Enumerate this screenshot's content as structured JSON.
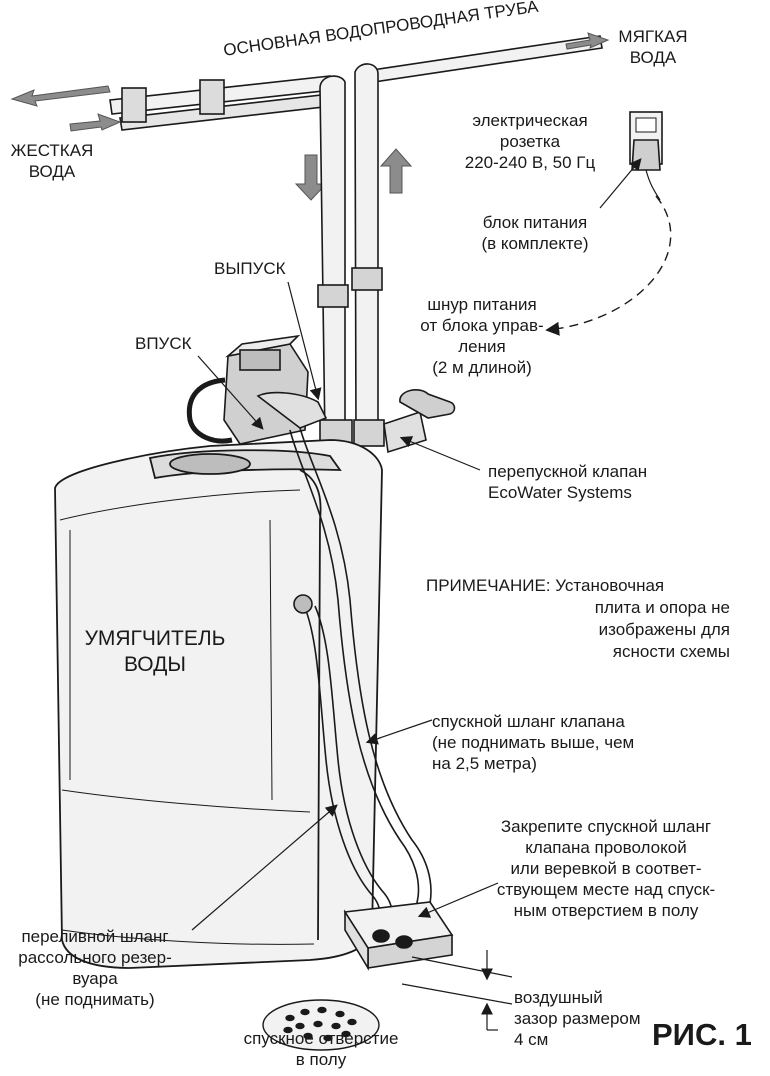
{
  "title_pipe": "ОСНОВНАЯ ВОДОПРОВОДНАЯ ТРУБА",
  "soft_water": [
    "МЯГКАЯ",
    "ВОДА"
  ],
  "hard_water": [
    "ЖЕСТКАЯ",
    "ВОДА"
  ],
  "outlet": "ВЫПУСК",
  "inlet": "ВПУСК",
  "outlet_socket": [
    "электрическая",
    "розетка",
    "220-240 В, 50 Гц"
  ],
  "power_unit": [
    "блок питания",
    "(в комплекте)"
  ],
  "power_cord": [
    "шнур питания",
    "от блока управ-",
    "ления",
    "(2 м длиной)"
  ],
  "bypass_valve": [
    "перепускной клапан",
    "EcoWater Systems"
  ],
  "note_head": "ПРИМЕЧАНИЕ:",
  "note_lines": [
    "Установочная",
    "плита и опора не",
    "изображены для",
    "ясности схемы"
  ],
  "softener": [
    "УМЯГЧИТЕЛЬ",
    "ВОДЫ"
  ],
  "drain_hose": [
    "спускной шланг клапана",
    "(не поднимать выше, чем",
    "на 2,5 метра)"
  ],
  "secure_hose": [
    "Закрепите спускной шланг",
    "клапана проволокой",
    "или веревкой в соответ-",
    "ствующем месте над спуск-",
    "ным отверстием в полу"
  ],
  "overflow_hose": [
    "переливной шланг",
    "рассольного резер-",
    "вуара",
    "(не поднимать)"
  ],
  "air_gap": [
    "воздушный",
    "зазор размером",
    "4 см"
  ],
  "floor_drain": [
    "спускное отверстие",
    "в полу"
  ],
  "figure": "РИС. 1",
  "colors": {
    "ink": "#1a1a1a",
    "fill_light": "#f2f2f2",
    "fill_mid": "#bdbdbd",
    "arrow": "#8c8c8c"
  }
}
